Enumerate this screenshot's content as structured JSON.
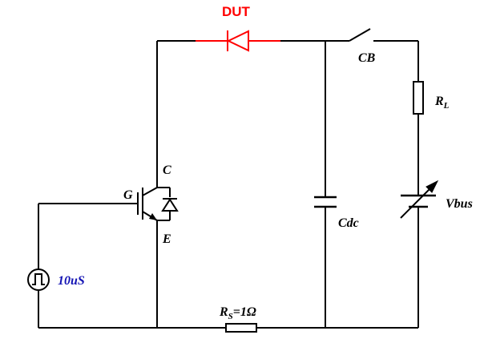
{
  "colors": {
    "wire": "#000000",
    "dut": "#ff0000",
    "pulse_label": "#1414b4"
  },
  "labels": {
    "dut": "DUT",
    "cb": "CB",
    "rl_main": "R",
    "rl_sub": "L",
    "c": "C",
    "g": "G",
    "e": "E",
    "cdc": "Cdc",
    "vbus": "Vbus",
    "pulse": "10uS",
    "rs_main": "R",
    "rs_sub": "S",
    "rs_value": "=1Ω"
  },
  "icons": {
    "source": "pulse-source-icon"
  }
}
